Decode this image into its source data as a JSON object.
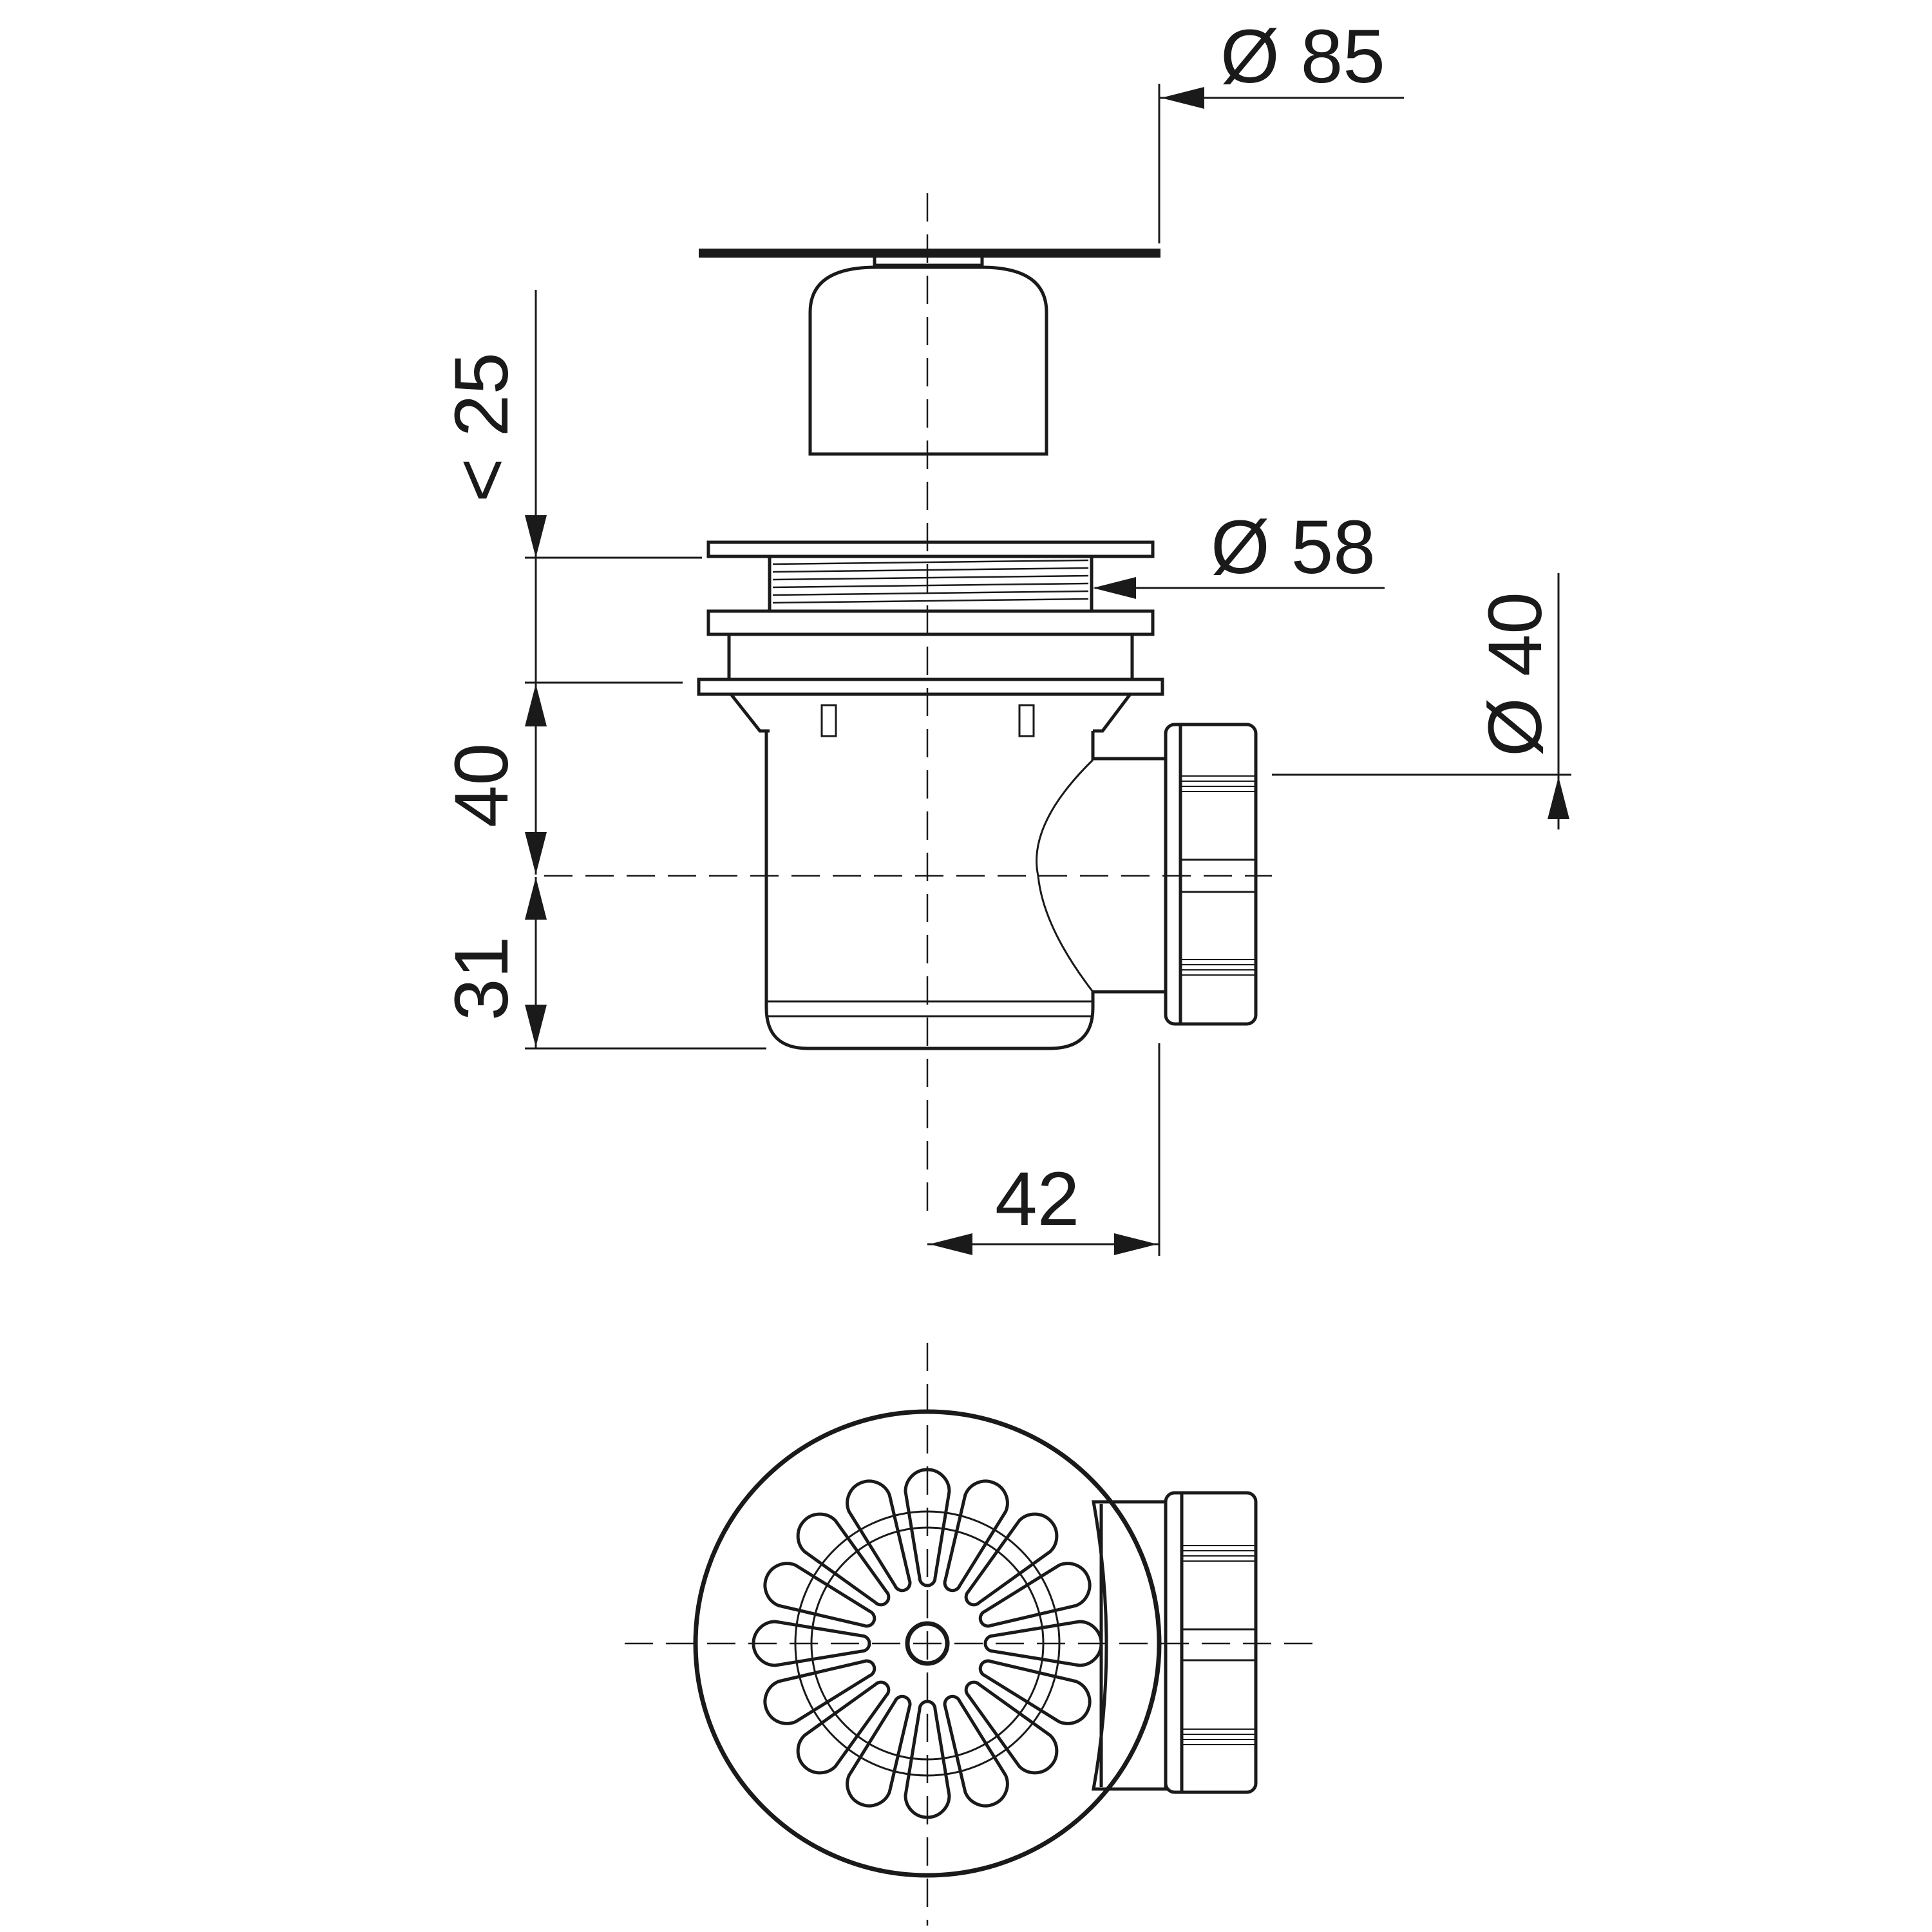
{
  "drawing": {
    "dimensions": {
      "top_diameter": "Ø 85",
      "height_below": "< 25",
      "flange_diameter": "Ø 58",
      "outlet_diameter": "Ø 40",
      "outlet_height": "40",
      "base_height": "31",
      "outlet_offset": "42"
    }
  },
  "colors": {
    "ink": "#1a1a1a",
    "background": "#ffffff"
  }
}
